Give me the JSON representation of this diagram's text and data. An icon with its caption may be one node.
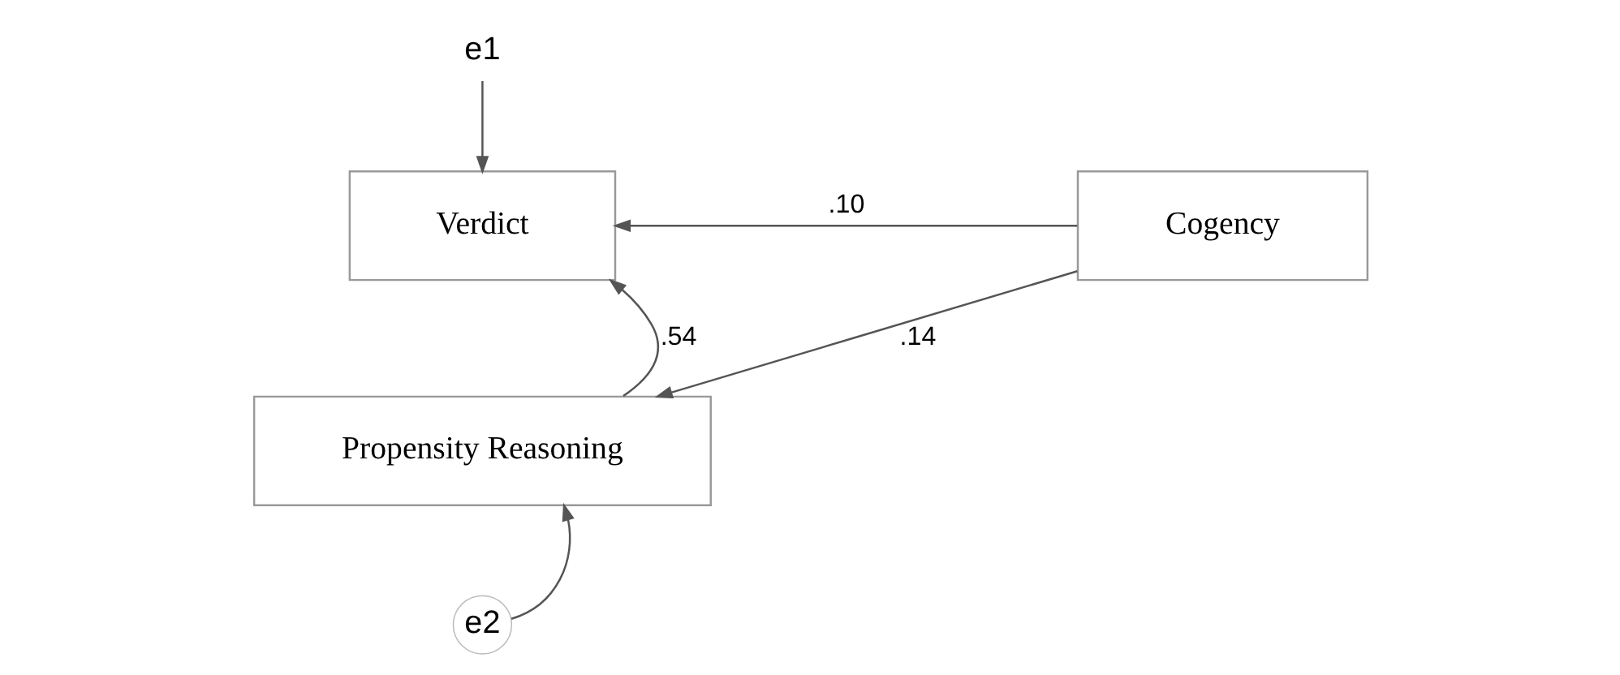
{
  "diagram": {
    "nodes": [
      {
        "text": [
          "e1"
        ]
      },
      {
        "text": [
          "Cogency"
        ]
      },
      {
        "text": [
          "Verdict"
        ]
      },
      {
        "text": [
          "Propensity Reasoning"
        ]
      },
      {
        "text": [
          "e2"
        ]
      }
    ],
    "edges": [
      {
        "from": 0,
        "to": 2,
        "arrow": "to"
      },
      {
        "from": 1,
        "to": 2,
        "arrow": "to",
        "label": ".10"
      },
      {
        "from": 1,
        "to": 3,
        "arrow": "to",
        "label": ".14"
      },
      {
        "from": 3,
        "to": 2,
        "arrow": "to",
        "label": ".54"
      },
      {
        "from": 4,
        "to": 3,
        "arrow": "to"
      }
    ]
  }
}
